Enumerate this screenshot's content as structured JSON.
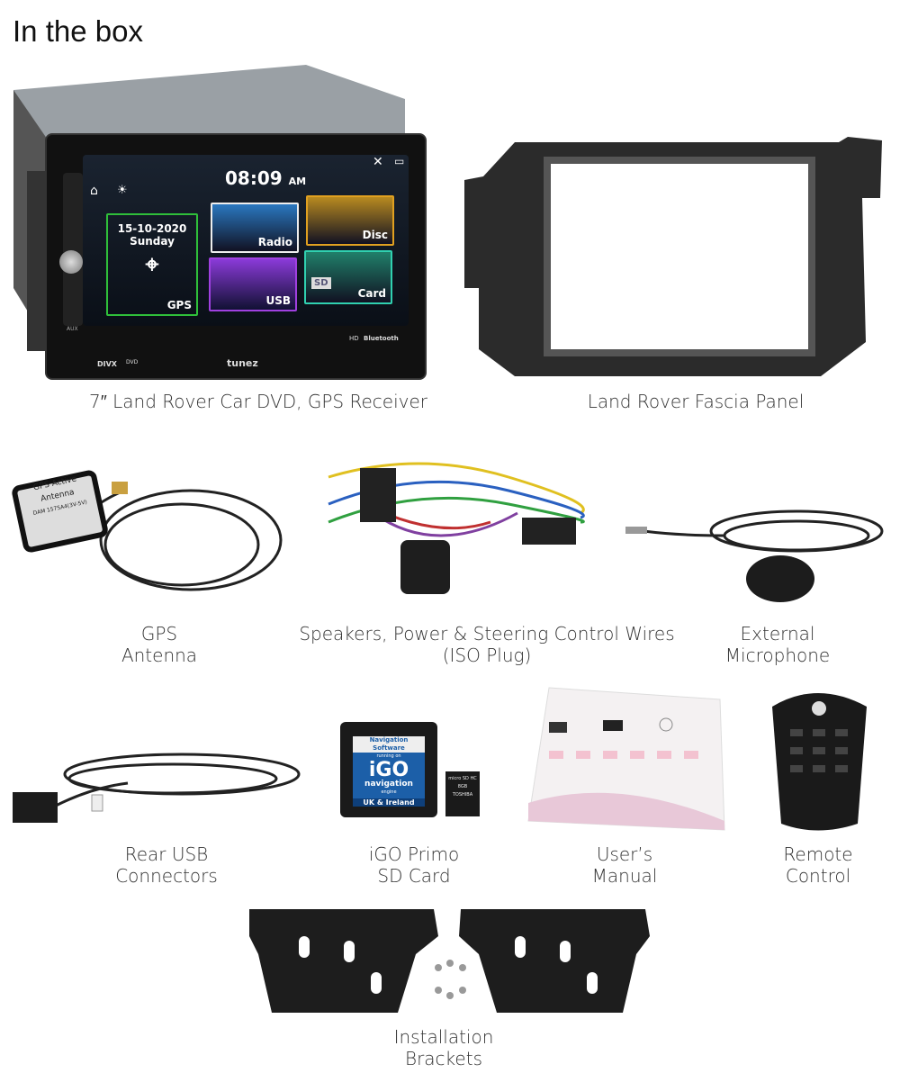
{
  "title": "In the box",
  "unit": {
    "time": "08:09",
    "ampm": "AM",
    "date": "15-10-2020",
    "day": "Sunday",
    "tiles": {
      "gps": "GPS",
      "radio": "Radio",
      "disc": "Disc",
      "usb": "USB",
      "card": "Card",
      "sd": "SD"
    },
    "brand": "tunez",
    "divx": "DIVX",
    "dvd": "DVD",
    "hd": "HD",
    "bluetooth": "Bluetooth",
    "aux": "AUX"
  },
  "sd_card": {
    "header": "Navigation Software",
    "running": "running on",
    "logo": "iGO",
    "nav": "navigation",
    "engine": "engine",
    "region": "UK & Ireland",
    "micro_brand": "TOSHIBA",
    "micro_size": "8GB",
    "micro_logo": "micro SD HC"
  },
  "antenna_label": {
    "line1": "GPS Active",
    "line2": "Antenna",
    "line3": "DAM 1575A4(3V-5V)"
  },
  "captions": {
    "dvd": "7″ Land Rover Car DVD, GPS Receiver",
    "fascia": "Land Rover Fascia Panel",
    "gps": [
      "GPS",
      "Antenna"
    ],
    "wires": [
      "Speakers, Power & Steering Control Wires",
      "(ISO Plug)"
    ],
    "mic": [
      "External",
      "Microphone"
    ],
    "usb": [
      "Rear USB",
      "Connectors"
    ],
    "sdcard": [
      "iGO Primo",
      "SD Card"
    ],
    "manual": [
      "User’s",
      "Manual"
    ],
    "remote": [
      "Remote",
      "Control"
    ],
    "brackets": [
      "Installation",
      "Brackets"
    ]
  }
}
